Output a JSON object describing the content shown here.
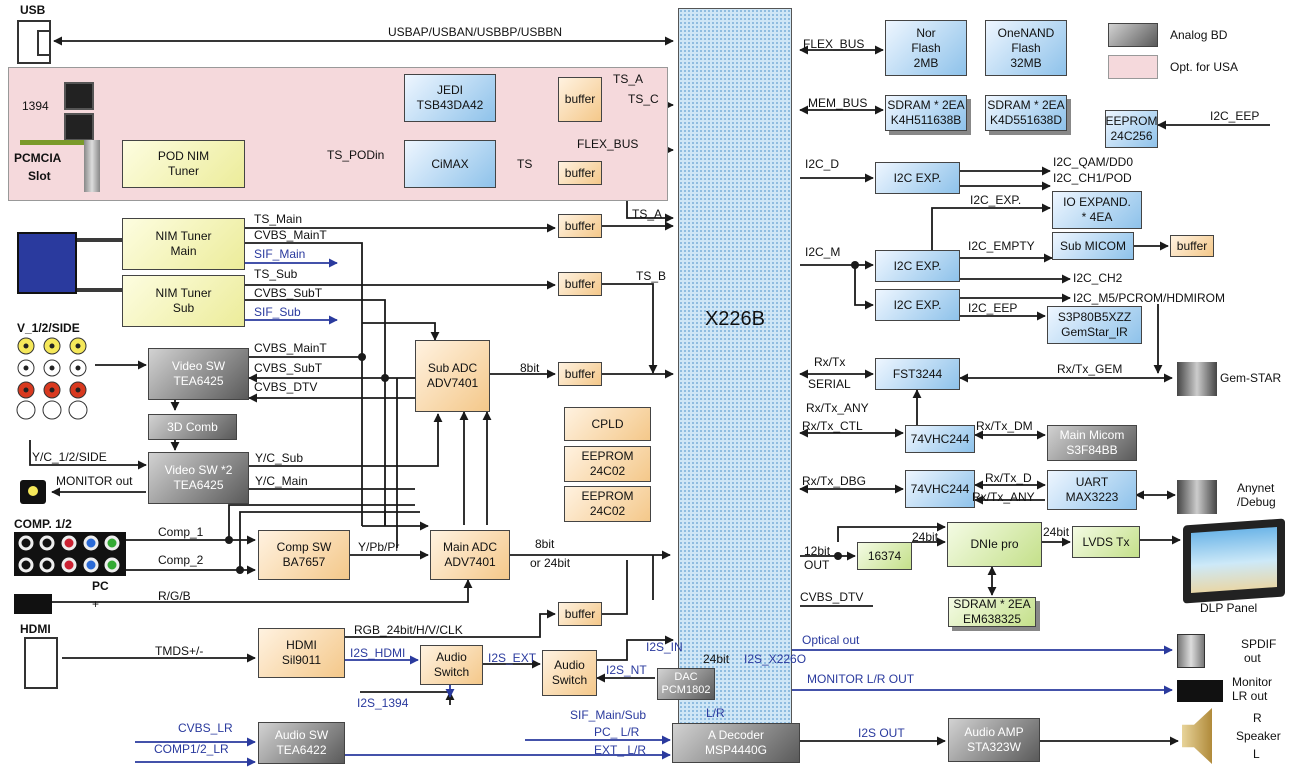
{
  "cpu": "X226B",
  "legend": {
    "analog": "Analog BD",
    "usa": "Opt. for USA"
  },
  "connectors": {
    "usb": "USB",
    "ieee1394": "1394",
    "pcmcia": [
      "PCMCIA",
      "Slot"
    ],
    "vside": "V_1/2/SIDE",
    "comp": "COMP. 1/2",
    "pc": "PC",
    "pc_plus": "+",
    "hdmi": "HDMI",
    "gemstar": "Gem-STAR",
    "anynet": [
      "Anynet",
      "/Debug"
    ],
    "dlp": "DLP Panel",
    "spdif": [
      "SPDIF",
      "out"
    ],
    "monitor": [
      "Monitor",
      "LR out"
    ],
    "speaker": [
      "R",
      "Speaker",
      "L"
    ]
  },
  "blocks": {
    "jedi": [
      "JEDI",
      "TSB43DA42"
    ],
    "buffer": "buffer",
    "pod": [
      "POD NIM",
      "Tuner"
    ],
    "cimax": "CiMAX",
    "nim_main": [
      "NIM Tuner",
      "Main"
    ],
    "nim_sub": [
      "NIM Tuner",
      "Sub"
    ],
    "vsw1": [
      "Video SW",
      "TEA6425"
    ],
    "comb": "3D Comb",
    "vsw2": [
      "Video SW *2",
      "TEA6425"
    ],
    "sub_adc": [
      "Sub ADC",
      "ADV7401"
    ],
    "main_adc": [
      "Main ADC",
      "ADV7401"
    ],
    "comp_sw": [
      "Comp SW",
      "BA7657"
    ],
    "cpld": "CPLD",
    "eeprom_a": [
      "EEPROM",
      "24C02"
    ],
    "eeprom_b": [
      "EEPROM",
      "24C02"
    ],
    "hdmi_rx": [
      "HDMI",
      "Sil9011"
    ],
    "audio_sw1": [
      "Audio",
      "Switch"
    ],
    "audio_sw2": [
      "Audio",
      "Switch"
    ],
    "dac": [
      "DAC",
      "PCM1802"
    ],
    "audio_swt": [
      "Audio SW",
      "TEA6422"
    ],
    "adec": [
      "A Decoder",
      "MSP4440G"
    ],
    "nor": [
      "Nor",
      "Flash",
      "2MB"
    ],
    "onenand": [
      "OneNAND",
      "Flash",
      "32MB"
    ],
    "sdram1": [
      "SDRAM * 2EA",
      "K4H511638B"
    ],
    "sdram2": [
      "SDRAM * 2EA",
      "K4D551638D"
    ],
    "eeprom_c": [
      "EEPROM",
      "24C256"
    ],
    "i2c_exp": "I2C EXP.",
    "io_exp": [
      "IO EXPAND.",
      "* 4EA"
    ],
    "sub_micom": "Sub MICOM",
    "s3p": [
      "S3P80B5XZZ",
      "GemStar_IR"
    ],
    "fst": "FST3244",
    "vhc": "74VHC244",
    "main_micom": [
      "Main Micom",
      "S3F84BB"
    ],
    "uart": [
      "UART",
      "MAX3223"
    ],
    "c16374": "16374",
    "dnie": "DNIe pro",
    "lvds": "LVDS Tx",
    "sdram3": [
      "SDRAM * 2EA",
      "EM638325"
    ],
    "audio_amp": [
      "Audio AMP",
      "STA323W"
    ]
  },
  "signals": {
    "usb": "USBAP/USBAN/USBBP/USBBN",
    "ts_a": "TS_A",
    "ts_c": "TS_C",
    "ts_podin": "TS_PODin",
    "flex_bus": "FLEX_BUS",
    "ts": "TS",
    "mem_bus": "MEM_BUS",
    "i2c_eep": "I2C_EEP",
    "ts_main": "TS_Main",
    "cvbs_maint": "CVBS_MainT",
    "sif_main": "SIF_Main",
    "ts_sub": "TS_Sub",
    "cvbs_subt": "CVBS_SubT",
    "sif_sub": "SIF_Sub",
    "ts_b": "TS_B",
    "cvbs_dtv": "CVBS_DTV",
    "bit8": "8bit",
    "yc_sides": "Y/C_1/2/SIDE",
    "yc_sub": "Y/C_Sub",
    "yc_main": "Y/C_Main",
    "monitor_out": "MONITOR out",
    "comp1": "Comp_1",
    "comp2": "Comp_2",
    "ypbpr": "Y/Pb/Pr",
    "bit8_24": [
      "8bit",
      "or 24bit"
    ],
    "rgb": "R/G/B",
    "rgb24": "RGB_24bit/H/V/CLK",
    "tmds": "TMDS+/-",
    "i2s_hdmi": "I2S_HDMI",
    "i2s_ext": "I2S_EXT",
    "i2s_in": "I2S_IN",
    "i2s_nt": "I2S_NT",
    "bit24": "24bit",
    "i2s_1394": "I2S_1394",
    "i2s_x226o": "I2S_X226O",
    "sif_mainsub": "SIF_Main/Sub",
    "pc_lr": "PC_ L/R",
    "ext_lr": "EXT_ L/R",
    "lr": "L/R",
    "cvbs_lr": "CVBS_LR",
    "comp12_lr": "COMP1/2_LR",
    "i2s_out": "I2S OUT",
    "optical": "Optical out",
    "monitor_lr": "MONITOR  L/R OUT",
    "i2c_d": "I2C_D",
    "i2c_qam": [
      "I2C_QAM/DD0",
      "I2C_CH1/POD"
    ],
    "i2c_exp_sig": "I2C_EXP.",
    "i2c_m": "I2C_M",
    "i2c_empty": "I2C_EMPTY",
    "i2c_ch2": "I2C_CH2",
    "i2c_eep2": "I2C_EEP",
    "i2c_m5": "I2C_M5/PCROM/HDMIROM",
    "rx_tx_serial": [
      "Rx/Tx",
      "SERIAL"
    ],
    "rx_tx_gem": "Rx/Tx_GEM",
    "rx_tx_any": "Rx/Tx_ANY",
    "rx_tx_ctl": "Rx/Tx_CTL",
    "rx_tx_dm": "Rx/Tx_DM",
    "rx_tx_dbg": "Rx/Tx_DBG",
    "rx_tx_d": "Rx/Tx_D",
    "rx_tx_any2": "Rx/Tx_ANY",
    "out12": [
      "12bit",
      "OUT"
    ],
    "bit24b": "24bit",
    "bit24c": "24bit"
  }
}
